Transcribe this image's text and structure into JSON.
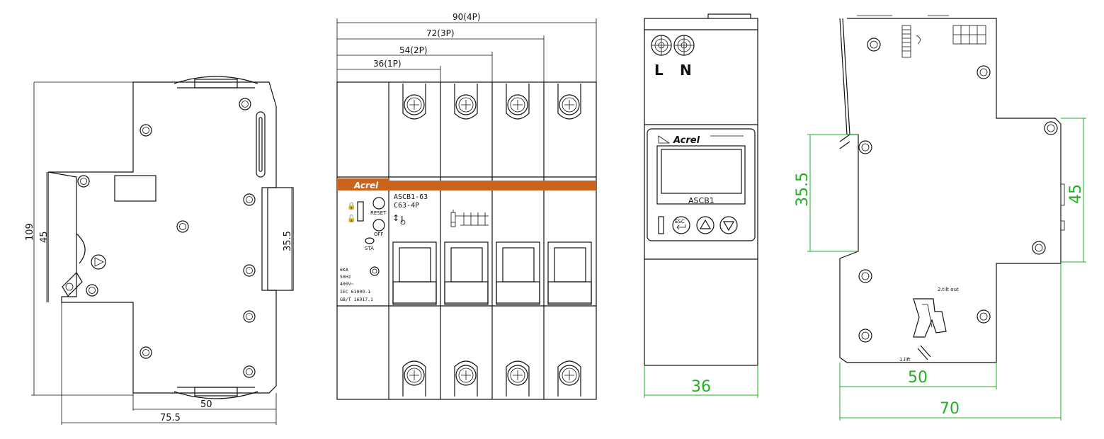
{
  "side_view": {
    "dim_height_total": "109",
    "dim_height_mid": "45",
    "dim_rail": "35.5",
    "dim_depth_inner": "50",
    "dim_depth_total": "75.5"
  },
  "front_view": {
    "dim_4p": "90(4P)",
    "dim_3p": "72(3P)",
    "dim_2p": "54(2P)",
    "dim_1p": "36(1P)",
    "brand": "Acrel",
    "model_line1": "ASCB1-63",
    "model_line2": "C63-4P",
    "reset_label": "RESET",
    "off_label": "OFF",
    "sta_label": "STA",
    "specs": [
      "6KA",
      "50Hz",
      "400V~",
      "IEC 61009-1",
      "GB/T 16917.1"
    ]
  },
  "module_view": {
    "terminal_l": "L",
    "terminal_n": "N",
    "brand": "Acrel",
    "screen_label": "ASCB1",
    "esc_label": "ESC",
    "dim_width": "36"
  },
  "back_view": {
    "dim_rail": "35.5",
    "dim_height": "45",
    "dim_depth_inner": "50",
    "dim_depth_total": "70",
    "step_tilt": "2.tilt out",
    "step_lift": "1.lift"
  },
  "colors": {
    "line": "#111111",
    "dimension_green": "#22b022",
    "brand_band": "#c8641e"
  }
}
